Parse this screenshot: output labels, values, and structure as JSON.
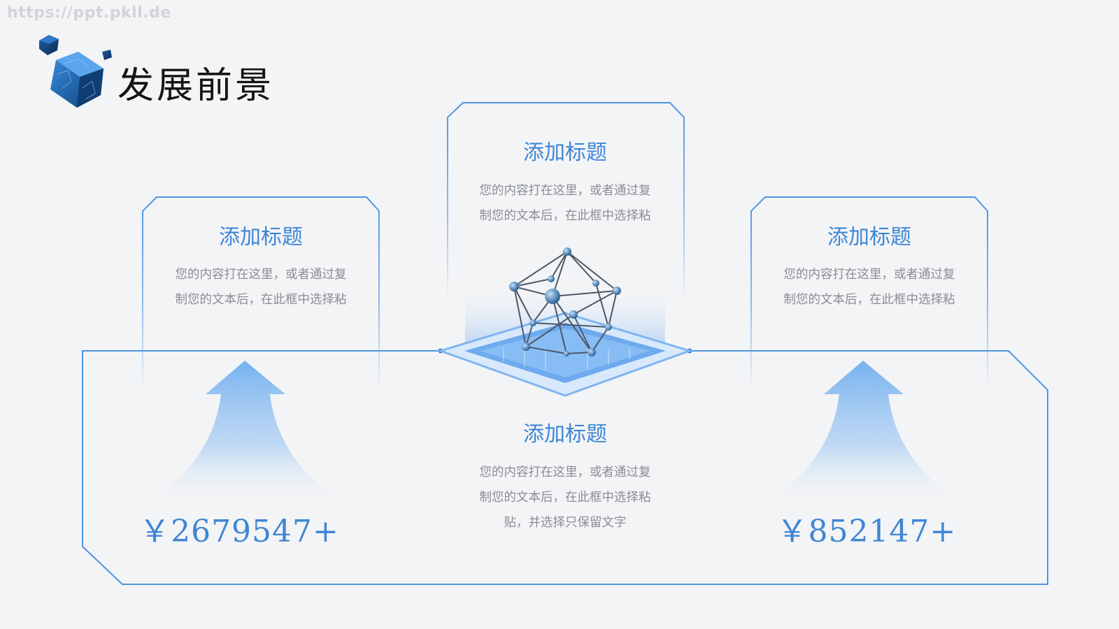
{
  "watermark": "https://ppt.pkll.de",
  "page_title": "发展前景",
  "cards": {
    "left": {
      "title": "添加标题",
      "lines": [
        "您的内容打在这里，或者通过复",
        "制您的文本后，在此框中选择粘"
      ]
    },
    "center": {
      "title": "添加标题",
      "lines": [
        "您的内容打在这里，或者通过复",
        "制您的文本后，在此框中选择粘"
      ]
    },
    "right": {
      "title": "添加标题",
      "lines": [
        "您的内容打在这里，或者通过复",
        "制您的文本后，在此框中选择粘"
      ]
    }
  },
  "bottom": {
    "title": "添加标题",
    "lines": [
      "您的内容打在这里，或者通过复",
      "制您的文本后，在此框中选择粘",
      "贴，并选择只保留文字"
    ]
  },
  "prices": {
    "left": "￥2679547+",
    "right": "￥852147+"
  },
  "icons": [
    "cube-icon",
    "network-polyhedron-icon",
    "up-arrow-icon"
  ],
  "colors": {
    "accent": "#3f86d4",
    "frame": "#4d94e3",
    "text_muted": "#8a8d92",
    "title": "#141414",
    "background": "#f3f4f6"
  }
}
